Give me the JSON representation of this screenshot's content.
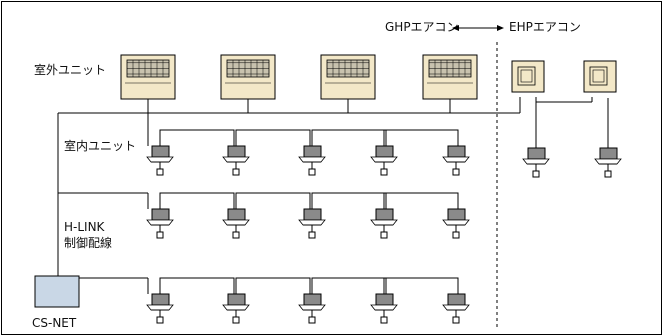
{
  "labels": {
    "outdoor_unit": "室外ユニット",
    "indoor_unit": "室内ユニット",
    "hlink": "H-LINK",
    "control_wiring": "制御配線",
    "csnet": "CS-NET",
    "ghp": "GHPエアコン",
    "ehp": "EHPエアコン"
  },
  "colors": {
    "unit_fill": "#f3e8c8",
    "grille_fill": "#c8c2ae",
    "indoor_body": "#8a8a8a",
    "panel_fill": "#ffffff",
    "csnet_fill": "#c9d7e6",
    "line": "#000000"
  }
}
